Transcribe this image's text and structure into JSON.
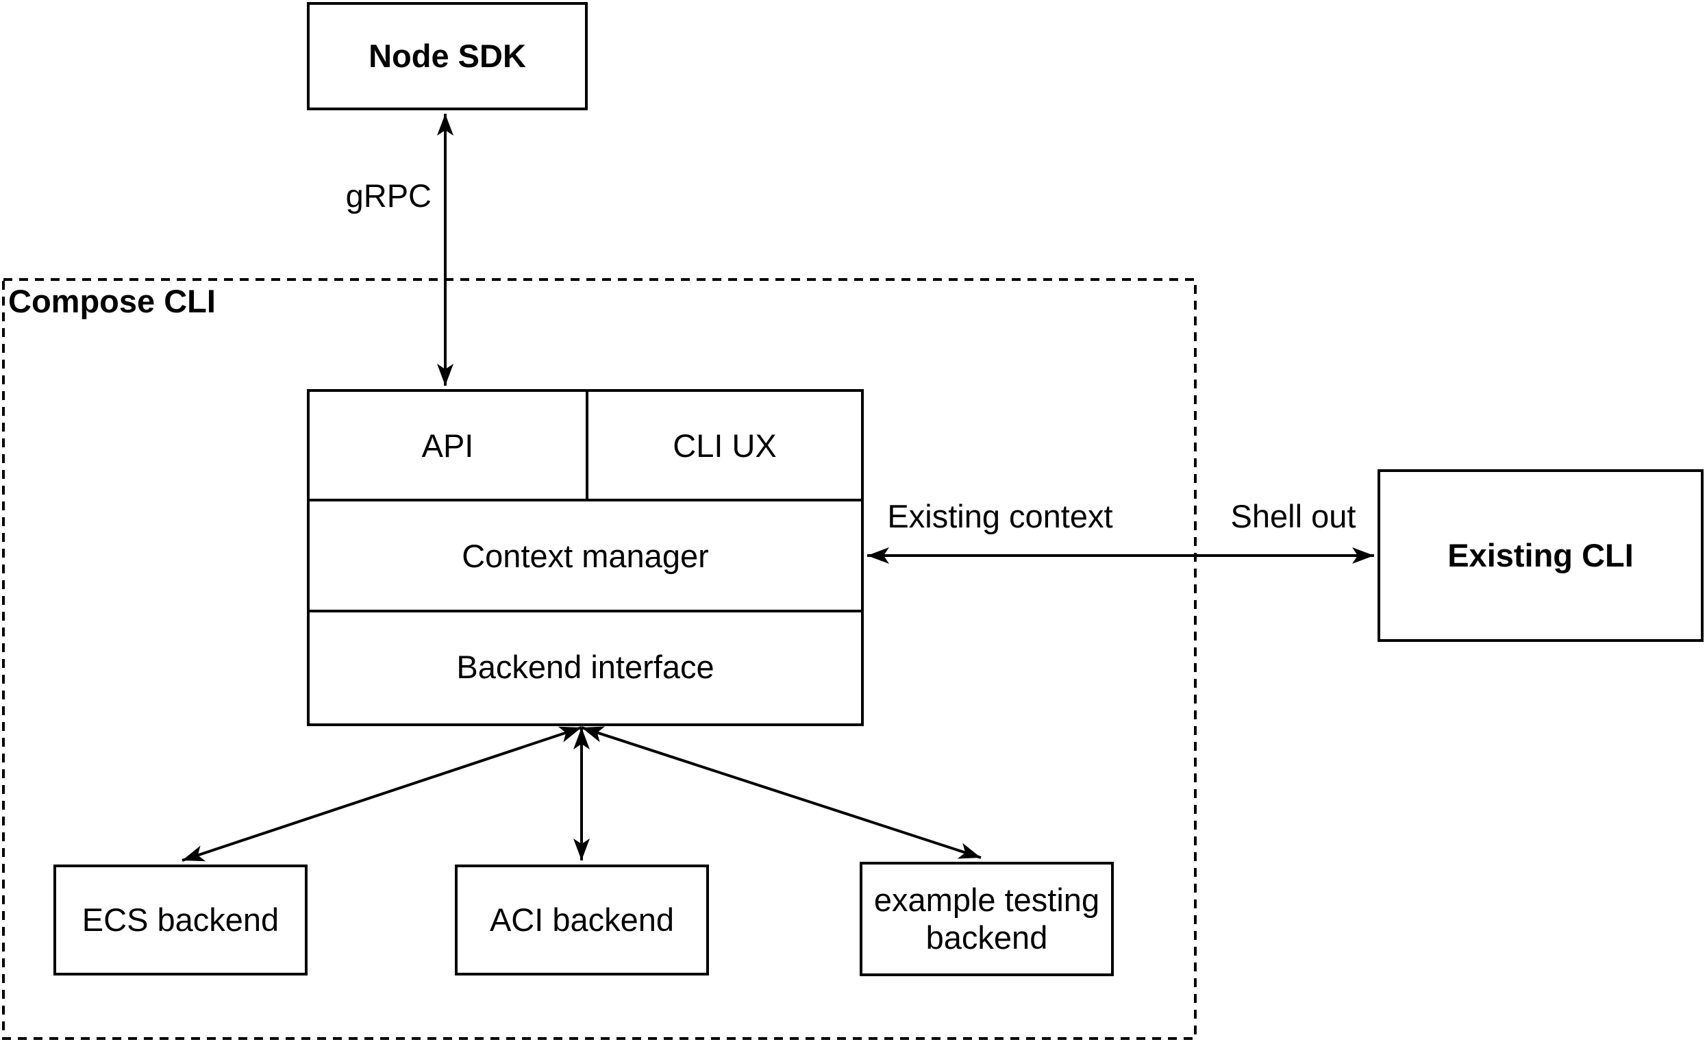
{
  "diagram": {
    "type": "architecture-diagram",
    "colors": {
      "stroke": "#000000",
      "background": "#ffffff",
      "text": "#000000"
    },
    "nodes": {
      "node_sdk": "Node SDK",
      "compose_cli_container": "Compose CLI",
      "api": "API",
      "cli_ux": "CLI UX",
      "context_manager": "Context manager",
      "backend_interface": "Backend interface",
      "existing_cli": "Existing CLI",
      "ecs_backend": "ECS backend",
      "aci_backend": "ACI backend",
      "example_testing_backend": "example testing backend"
    },
    "edges": [
      {
        "id": "grpc",
        "from": "node_sdk",
        "to": "cli_stack_api",
        "label": "gRPC",
        "direction": "bidirectional"
      },
      {
        "id": "existing-cli-link",
        "from": "context_manager",
        "to": "existing_cli",
        "labels": [
          "Existing context",
          "Shell out"
        ],
        "direction": "bidirectional"
      },
      {
        "id": "ecs-link",
        "from": "backend_interface",
        "to": "ecs_backend",
        "direction": "bidirectional"
      },
      {
        "id": "aci-link",
        "from": "backend_interface",
        "to": "aci_backend",
        "direction": "bidirectional"
      },
      {
        "id": "example-link",
        "from": "backend_interface",
        "to": "example_testing_backend",
        "direction": "bidirectional"
      }
    ]
  }
}
